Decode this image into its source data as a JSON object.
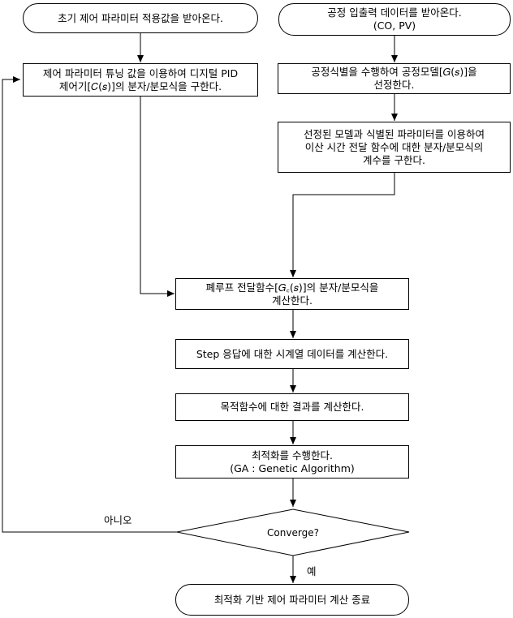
{
  "nodes": {
    "start_params": "초기 제어 파라미터 적용값을 받아온다.",
    "start_io": "공정 입출력 데이터를 받아온다.\n(CO, PV)",
    "pid_tuning": "제어 파라미터 튜닝 값을 이용하여 디지털 PID\n제어기[𝐶(𝑠)]의 분자/분모식을 구한다.",
    "identify": "공정식별을 수행하여 공정모델[𝐺(𝑠)]을\n선정한다.",
    "discrete": "선정된 모델과 식별된 파라미터를 이용하여\n이산 시간 전달 함수에 대한 분자/분모식의\n계수를 구한다.",
    "closed_loop": "폐루프 전달함수[𝐺꜀(𝑠)]의 분자/분모식을\n계산한다.",
    "step": "Step 응답에 대한 시계열 데이터를 계산한다.",
    "objective": "목적함수에 대한 결과를 계산한다.",
    "optimize": "최적화를 수행한다.\n(GA : Genetic Algorithm)",
    "converge": "Converge?",
    "end": "최적화 기반 제어 파라미터 계산 종료"
  },
  "edge_labels": {
    "no": "아니오",
    "yes": "예"
  }
}
